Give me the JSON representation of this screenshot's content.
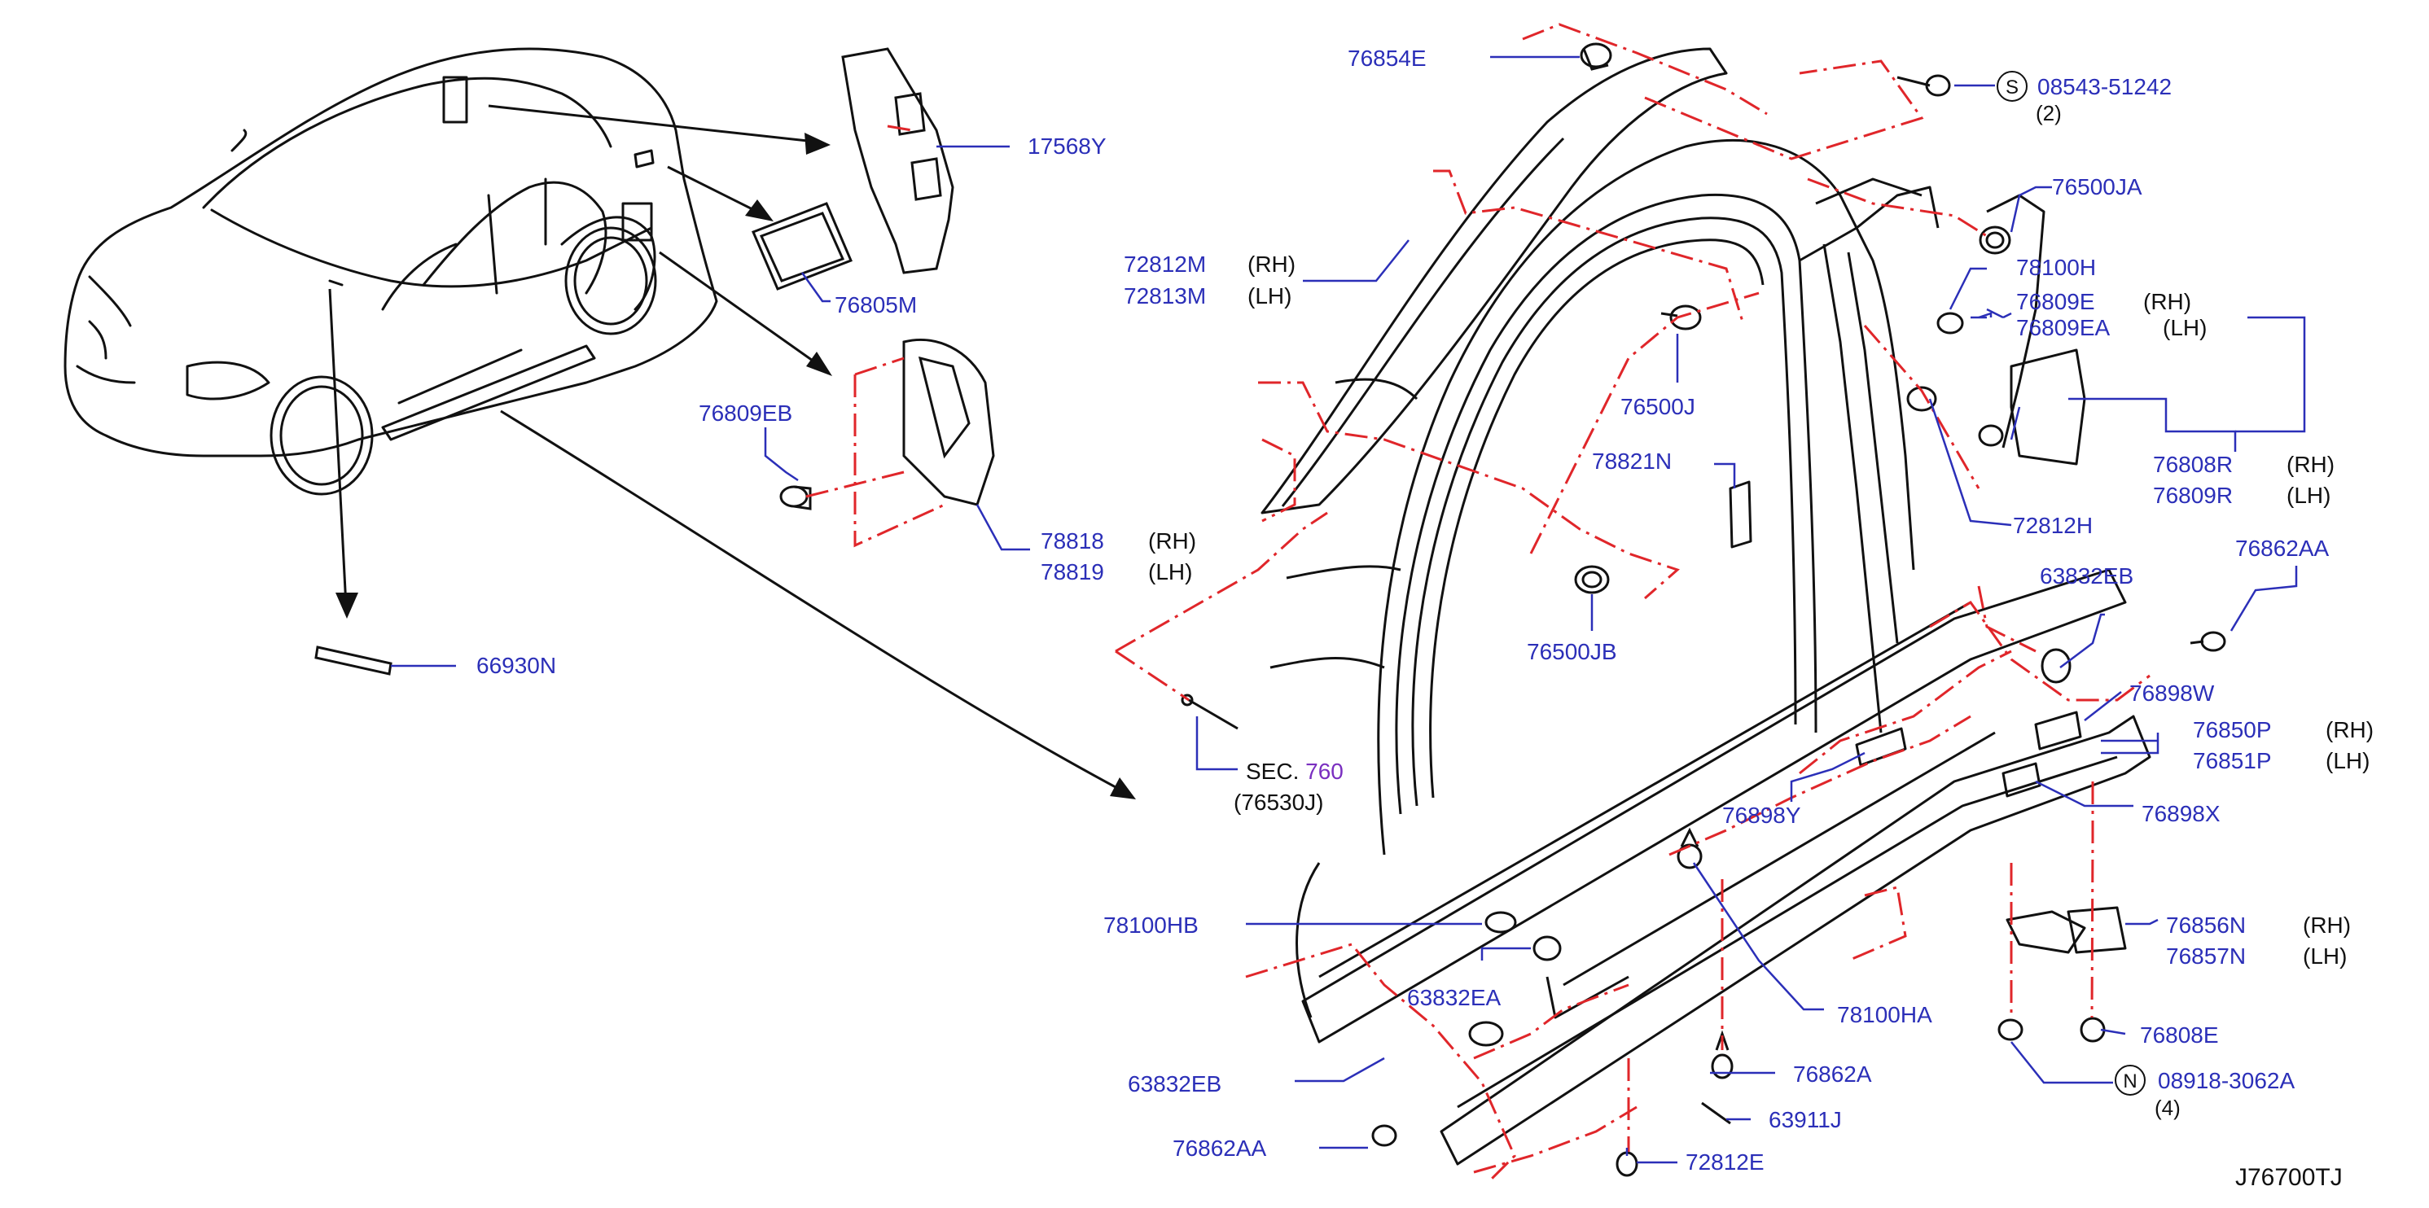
{
  "diagram_code": "J76700TJ",
  "section": {
    "prefix": "SEC.",
    "number": "760",
    "sub": "(76530J)"
  },
  "parts": {
    "p76854E": "76854E",
    "p08543": "08543-51242",
    "p08543_qty": "(2)",
    "p08543_sym": "S",
    "p17568Y": "17568Y",
    "p76500JA": "76500JA",
    "p72812M": "72812M",
    "p72813M": "72813M",
    "p78100H": "78100H",
    "p76809E": "76809E",
    "p76809EA": "76809EA",
    "p76805M": "76805M",
    "p76500J": "76500J",
    "p76809EB": "76809EB",
    "p76808R": "76808R",
    "p76809R": "76809R",
    "p78821N": "78821N",
    "p72812H": "72812H",
    "p78818": "78818",
    "p78819": "78819",
    "p76862AA_top": "76862AA",
    "p63832EB_top": "63832EB",
    "p76500JB": "76500JB",
    "p66930N": "66930N",
    "p76898W": "76898W",
    "p76850P": "76850P",
    "p76851P": "76851P",
    "p76898Y": "76898Y",
    "p76898X": "76898X",
    "p78100HB": "78100HB",
    "p76856N": "76856N",
    "p76857N": "76857N",
    "p63832EA": "63832EA",
    "p78100HA": "78100HA",
    "p76808E": "76808E",
    "p63832EB_bot": "63832EB",
    "p76862A": "76862A",
    "p08918": "08918-3062A",
    "p08918_qty": "(4)",
    "p08918_sym": "N",
    "p63911J": "63911J",
    "p76862AA_bot": "76862AA",
    "p72812E": "72812E"
  },
  "sides": {
    "rh": "(RH)",
    "lh": "(LH)"
  },
  "colors": {
    "label": "#2b2fb8",
    "line": "#111111",
    "phantom": "#e0262a",
    "section_ref": "#7a2fc0"
  }
}
